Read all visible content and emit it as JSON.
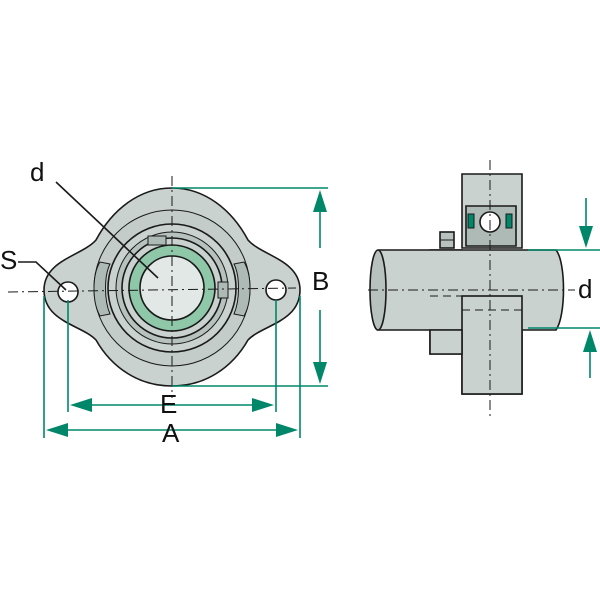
{
  "labels": {
    "d_front": "d",
    "s": "S",
    "b": "B",
    "e": "E",
    "a": "A",
    "d_side": "d"
  },
  "colors": {
    "dimension": "#00876a",
    "metal": "#c9d2cf",
    "metal_dark": "#aebab6",
    "outline": "#1a1a1a"
  }
}
